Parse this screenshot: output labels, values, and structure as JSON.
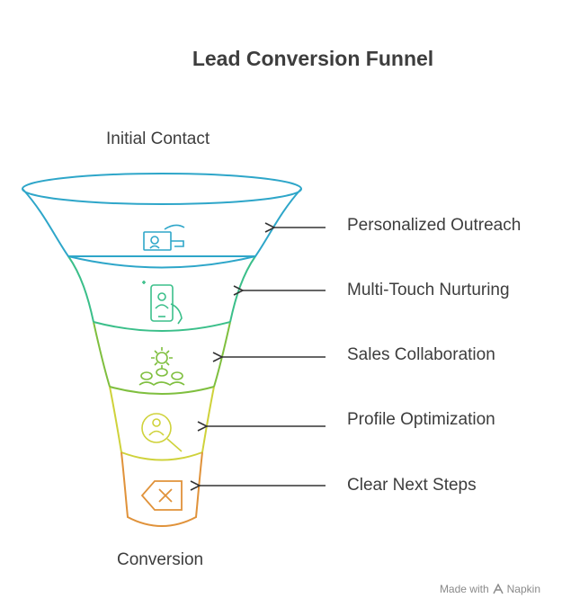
{
  "title": "Lead Conversion Funnel",
  "top_label": "Initial Contact",
  "bottom_label": "Conversion",
  "stages": [
    {
      "label": "Personalized Outreach",
      "icon": "contact-card-icon",
      "color": "#2ea6c9"
    },
    {
      "label": "Multi-Touch Nurturing",
      "icon": "mobile-user-icon",
      "color": "#3bbf8a"
    },
    {
      "label": "Sales Collaboration",
      "icon": "team-gear-icon",
      "color": "#7fbf3f"
    },
    {
      "label": "Profile Optimization",
      "icon": "search-profile-icon",
      "color": "#cfd23b"
    },
    {
      "label": "Clear Next Steps",
      "icon": "clear-tag-icon",
      "color": "#e0923a"
    }
  ],
  "footer": {
    "prefix": "Made with",
    "brand": "Napkin",
    "icon": "napkin-logo-icon"
  }
}
